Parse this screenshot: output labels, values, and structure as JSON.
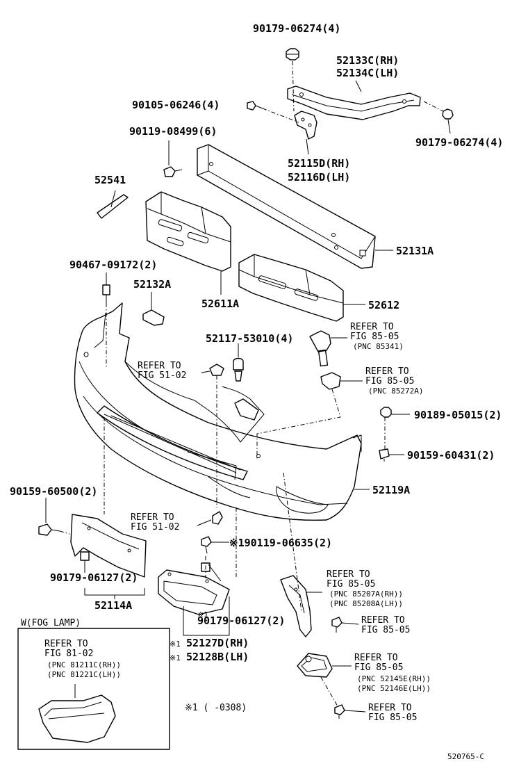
{
  "labels": {
    "p90179_06274_top": "90179-06274(4)",
    "p52133c": "52133C(RH)",
    "p52134c": "52134C(LH)",
    "p90105_06246": "90105-06246(4)",
    "p90179_06274_right": "90179-06274(4)",
    "p90119_08499": "90119-08499(6)",
    "p52115d": "52115D(RH)",
    "p52116d": "52116D(LH)",
    "p52541": "52541",
    "p52131a": "52131A",
    "p90467_09172": "90467-09172(2)",
    "p52132a": "52132A",
    "p52611a": "52611A",
    "p52612": "52612",
    "p52117_53010": "52117-53010(4)",
    "refer_85_05_a1": "REFER TO",
    "refer_85_05_a2": "FIG 85-05",
    "refer_85_05_a3": "(PNC 85341)",
    "refer_51_02_a1": "REFER TO",
    "refer_51_02_a2": "FIG 51-02",
    "refer_85_05_b1": "REFER TO",
    "refer_85_05_b2": "FIG 85-05",
    "refer_85_05_b3": "(PNC 85272A)",
    "p90189_05015": "90189-05015(2)",
    "p90159_60431": "90159-60431(2)",
    "p90159_60500": "90159-60500(2)",
    "p52119a": "52119A",
    "refer_51_02_b1": "REFER TO",
    "refer_51_02_b2": "FIG 51-02",
    "p90119_06635": "※190119-06635(2)",
    "p90179_06127_left": "90179-06127(2)",
    "p52114a": "52114A",
    "refer_85_05_c1": "REFER TO",
    "refer_85_05_c2": "FIG 85-05",
    "refer_85_05_c3": "(PNC 85207A(RH))",
    "refer_85_05_c4": "(PNC 85208A(LH))",
    "p90179_06127_center": "90179-06127(2)",
    "star1_marker": "※1",
    "fog_title": "W(FOG LAMP)",
    "refer_81_02_1": "REFER TO",
    "refer_81_02_2": "FIG 81-02",
    "refer_81_02_3": "(PNC 81211C(RH))",
    "refer_81_02_4": "(PNC 81221C(LH))",
    "p52127d": "52127D(RH)",
    "p52128b": "52128B(LH)",
    "star_52127": "※1",
    "star_52128": "※1",
    "refer_85_05_d1": "REFER TO",
    "refer_85_05_d2": "FIG 85-05",
    "refer_85_05_e1": "REFER TO",
    "refer_85_05_e2": "FIG 85-05",
    "refer_85_05_e3": "(PNC 52145E(RH))",
    "refer_85_05_e4": "(PNC 52146E(LH))",
    "footnote": "※1 (    -0308)",
    "refer_85_05_f1": "REFER TO",
    "refer_85_05_f2": "FIG 85-05",
    "diagram_id": "520765-C"
  }
}
